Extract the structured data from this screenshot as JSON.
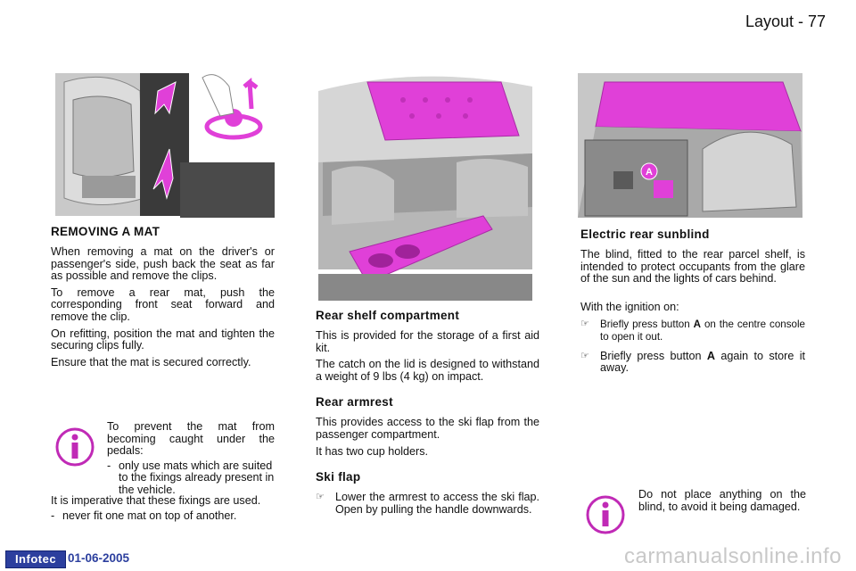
{
  "header": {
    "title": "Layout - 77"
  },
  "left": {
    "heading": "REMOVING A MAT",
    "paragraphs": [
      "When removing a mat on the driver's or passenger's side, push back the seat as far as possible and remove the clips.",
      "To remove a rear mat, push the corresponding front seat forward and remove the clip.",
      "On refitting, position the mat and tighten the securing clips fully.",
      "Ensure that the mat is secured correctly."
    ],
    "info": {
      "text": "To prevent the mat from becoming caught under the pedals:",
      "dash_item": "only use mats which are suited to the fixings already present in the vehicle.",
      "after": "It is imperative that these fixings are used.",
      "dash_item2": "never fit one mat on top of another."
    }
  },
  "middle": {
    "shelf_heading": "Rear shelf compartment",
    "shelf_paragraphs": [
      "This is provided for the storage of a first aid kit.",
      "The catch on the lid is designed to withstand a weight of 9 lbs (4 kg) on impact."
    ],
    "armrest_heading": "Rear armrest",
    "armrest_paragraphs": [
      "This provides access to the ski flap from the passenger compartment.",
      "It has two cup holders."
    ],
    "ski_heading": "Ski flap",
    "ski_bullet": "Lower the armrest to access the ski flap. Open by pulling the handle downwards."
  },
  "right": {
    "heading": "Electric rear sunblind",
    "paragraph": "The blind, fitted to the rear parcel shelf, is intended to protect occupants from the glare of the sun and the lights of cars behind.",
    "ignition": "With the ignition on:",
    "bullet1_pre": "Briefly press button ",
    "bullet1_bold": "A",
    "bullet1_post": " on the centre console to open it out.",
    "bullet2_pre": "Briefly press button ",
    "bullet2_bold": "A",
    "bullet2_post": " again to store it away.",
    "label_a": "A",
    "info_text": "Do not place anything on the blind, to avoid it being damaged."
  },
  "footer": {
    "logo": "Infotec",
    "date": "01-06-2005",
    "watermark": "carmanualsonline.info"
  },
  "colors": {
    "highlight": "#e040d8",
    "info": "#c02ab6",
    "footer": "#2c3f9e"
  },
  "icons": {
    "info": "info-icon",
    "bullet": "hand-pointer-icon",
    "arrow": "arrow-icon"
  }
}
